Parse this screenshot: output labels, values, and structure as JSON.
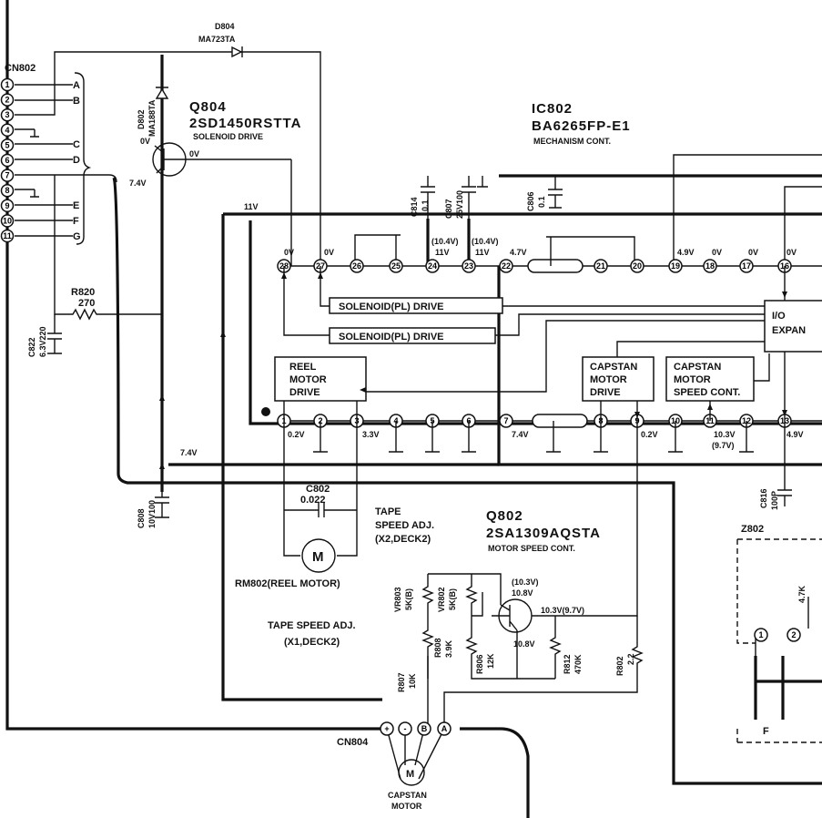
{
  "cn802": {
    "label": "CN802",
    "pins": [
      "1",
      "2",
      "3",
      "4",
      "5",
      "6",
      "7",
      "8",
      "9",
      "10",
      "11"
    ],
    "signals": [
      "A",
      "B",
      "C",
      "D",
      "E",
      "F",
      "G"
    ]
  },
  "d804": {
    "ref": "D804",
    "part": "MA723TA"
  },
  "d802": {
    "ref": "D802",
    "part": "MA188TA"
  },
  "q804": {
    "ref": "Q804",
    "part": "2SD1450RSTTA",
    "func": "SOLENOID DRIVE",
    "v_base": "0V",
    "v_emit": "7.4V",
    "v_coll": "0V"
  },
  "ic802": {
    "ref": "IC802",
    "part": "BA6265FP-E1",
    "func": "MECHANISM CONT."
  },
  "caps": {
    "c814": [
      "C814",
      "0.1"
    ],
    "c807": [
      "C807",
      "25V100"
    ],
    "c806": [
      "C806",
      "0.1"
    ],
    "c822": [
      "C822",
      "6.3V220"
    ],
    "c808": [
      "C808",
      "10V100"
    ],
    "c802": [
      "C802",
      "0.022"
    ],
    "c816": [
      "C816",
      "100P"
    ]
  },
  "resistors": {
    "r820": [
      "R820",
      "270"
    ],
    "r808": [
      "R808",
      "3.9K"
    ],
    "r807": [
      "R807",
      "10K"
    ],
    "r806": [
      "R806",
      "12K"
    ],
    "r812": [
      "R812",
      "470K"
    ],
    "r802": [
      "R802",
      "2.2"
    ]
  },
  "vr803": [
    "VR803",
    "5K(B)"
  ],
  "vr802": [
    "VR802",
    "5K(B)"
  ],
  "rail_11v": "11V",
  "rail_74v": "7.4V",
  "top_pins": [
    "28",
    "27",
    "26",
    "25",
    "24",
    "23",
    "22",
    "21",
    "20",
    "19",
    "18",
    "17",
    "16"
  ],
  "top_volts": [
    "0V",
    "0V",
    "(10.4V)",
    "11V",
    "(10.4V)",
    "11V",
    "4.7V",
    "4.9V",
    "0V",
    "0V",
    "0V"
  ],
  "bot_pins": [
    "1",
    "2",
    "3",
    "4",
    "5",
    "6",
    "7",
    "8",
    "9",
    "10",
    "11",
    "12",
    "13"
  ],
  "bot_volts": [
    "0.2V",
    "3.3V",
    "7.4V",
    "0.2V",
    "10.3V",
    "(9.7V)",
    "4.9V"
  ],
  "blocks": {
    "sol1": "SOLENOID(PL) DRIVE",
    "sol2": "SOLENOID(PL) DRIVE",
    "reel": [
      "REEL",
      "MOTOR",
      "DRIVE"
    ],
    "capd": [
      "CAPSTAN",
      "MOTOR",
      "DRIVE"
    ],
    "caps": [
      "CAPSTAN",
      "MOTOR",
      "SPEED CONT."
    ],
    "io": [
      "I/O",
      "EXPAN"
    ]
  },
  "reel_motor": {
    "label": "RM802(REEL MOTOR)",
    "symbol": "M"
  },
  "tape_adj_2": [
    "TAPE",
    "SPEED ADJ.",
    "(X2,DECK2)"
  ],
  "tape_adj_1": [
    "TAPE SPEED ADJ.",
    "(X1,DECK2)"
  ],
  "q802": {
    "ref": "Q802",
    "part": "2SA1309AQSTA",
    "func": "MOTOR SPEED CONT.",
    "v1": "(10.3V)",
    "v2": "10.8V",
    "v3": "10.3V(9.7V)",
    "v4": "10.8V"
  },
  "cn804": {
    "label": "CN804",
    "pins": [
      "+",
      "-",
      "B",
      "A"
    ]
  },
  "capstan_motor": {
    "symbol": "M",
    "line1": "CAPSTAN",
    "line2": "MOTOR"
  },
  "z802": {
    "label": "Z802",
    "res": "4.7K",
    "pins": [
      "1",
      "2"
    ],
    "f": "F"
  }
}
